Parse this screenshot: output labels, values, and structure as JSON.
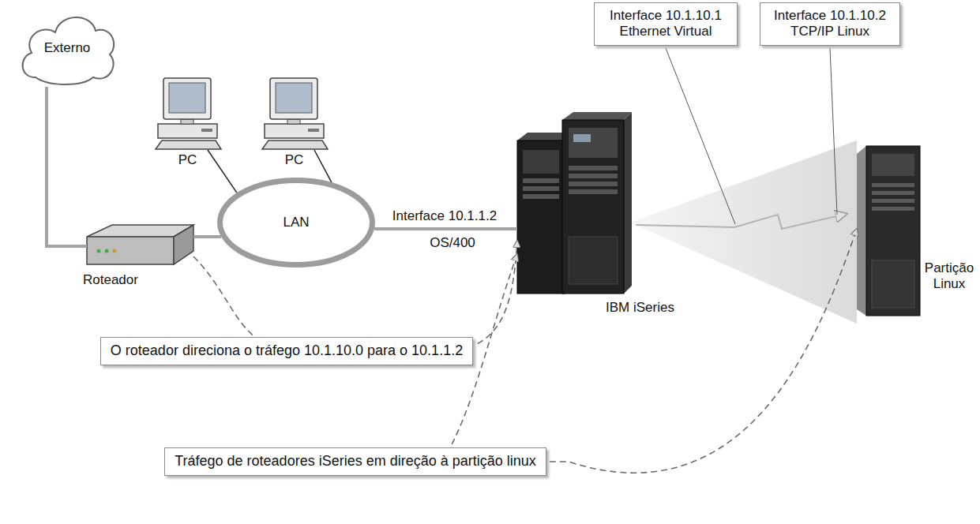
{
  "diagram": {
    "nodes": [
      {
        "text": [
          "Externo"
        ]
      },
      {
        "text": [
          "Interface 10.1.10.1 Ethernet Virtual"
        ]
      },
      {
        "text": [
          "Interface 10.1.10.2 TCP/IP Linux"
        ]
      },
      {
        "text": [
          "PC"
        ]
      },
      {
        "text": [
          "PC"
        ]
      },
      {
        "text": [
          "Roteador"
        ]
      },
      {
        "text": [
          "LAN"
        ]
      },
      {
        "text": [
          "IBM iSeries"
        ]
      },
      {
        "text": [
          "Partição Linux"
        ]
      }
    ],
    "edges": [
      {
        "from": 0,
        "to": 5,
        "arrow": "none"
      },
      {
        "from": 5,
        "to": 6,
        "arrow": "none"
      },
      {
        "from": 6,
        "to": 3,
        "arrow": "none"
      },
      {
        "from": 6,
        "to": 4,
        "arrow": "none"
      },
      {
        "from": 6,
        "to": 7,
        "arrow": "none",
        "label": "Interface 10.1.1.2"
      },
      {
        "from": 5,
        "to": 7,
        "arrow": "to",
        "label": "O roteador direciona o tráfego 10.1.10.0 para o 10.1.1.2"
      },
      {
        "from": 7,
        "to": 8,
        "arrow": "both",
        "label": "Tráfego de roteadores iSeries em direção à partição linux"
      }
    ],
    "labels": [
      "OS/400"
    ]
  }
}
